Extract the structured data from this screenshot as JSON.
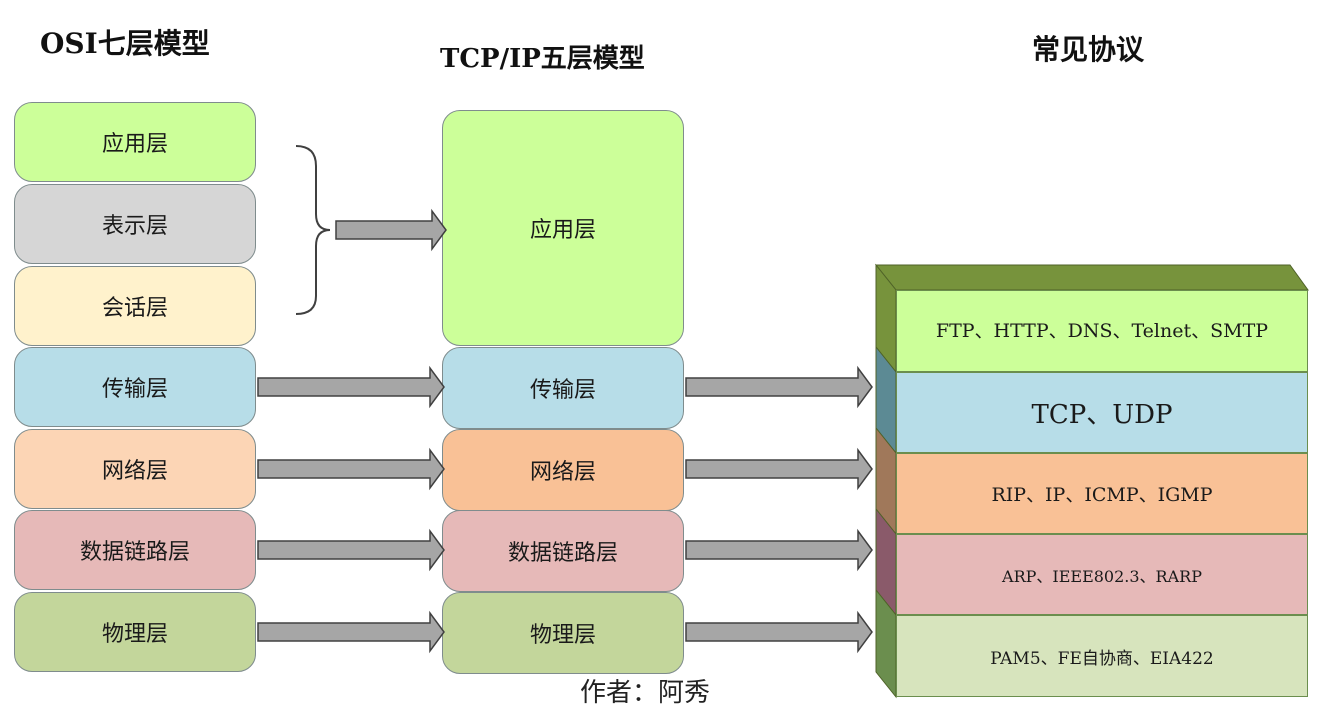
{
  "headings": {
    "osi": "OSI七层模型",
    "tcpip": "TCP/IP五层模型",
    "protocols": "常见协议"
  },
  "osi_layers": [
    "应用层",
    "表示层",
    "会话层",
    "传输层",
    "网络层",
    "数据链路层",
    "物理层"
  ],
  "tcpip_layers": [
    "应用层",
    "传输层",
    "网络层",
    "数据链路层",
    "物理层"
  ],
  "protocols": [
    "FTP、HTTP、DNS、Telnet、SMTP",
    "TCP、UDP",
    "RIP、IP、ICMP、IGMP",
    "ARP、IEEE802.3、RARP",
    "PAM5、FE自协商、EIA422"
  ],
  "author": "作者：阿秀",
  "colors": {
    "application": "#ccff99",
    "presentation": "#d6d6d6",
    "session": "#fff2cc",
    "transport": "#b7dde8",
    "network": "#fcd5b5",
    "datalink": "#e6b9b8",
    "physical": "#c3d69b",
    "arrow": "#a6a6a6"
  }
}
